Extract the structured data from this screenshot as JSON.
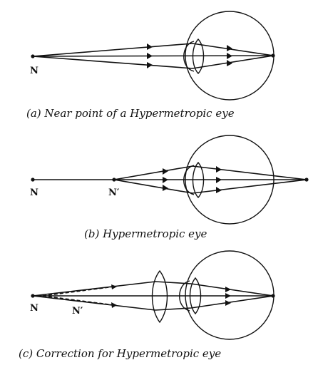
{
  "panels": [
    {
      "id": "a",
      "caption": "(a) Near point of a Hypermetropic eye",
      "labels": [
        "N"
      ]
    },
    {
      "id": "b",
      "caption": "(b) Hypermetropic eye",
      "labels": [
        "N",
        "N′"
      ]
    },
    {
      "id": "c",
      "caption": "(c) Correction for Hypermetropic eye",
      "labels": [
        "N",
        "N′"
      ]
    }
  ],
  "colors": {
    "ink": "#111111",
    "background": "#ffffff"
  }
}
